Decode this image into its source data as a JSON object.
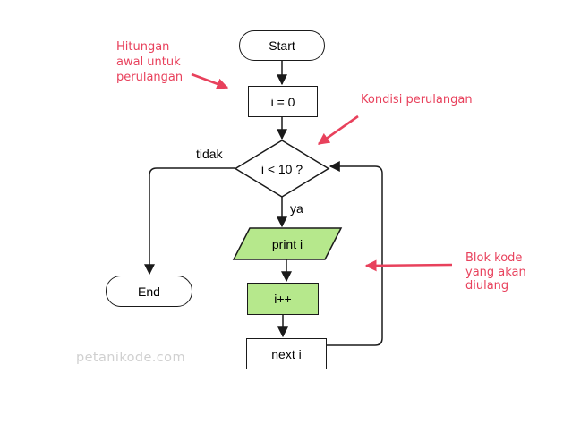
{
  "colors": {
    "line": "#1a1a1a",
    "node_fill": "#ffffff",
    "highlight_fill": "#b6e88c",
    "annotation": "#e8415c",
    "watermark": "#d0d0d0"
  },
  "nodes": {
    "start": {
      "label": "Start",
      "type": "terminator"
    },
    "init": {
      "label": "i = 0",
      "type": "process"
    },
    "condition": {
      "label": "i < 10 ?",
      "type": "decision"
    },
    "print": {
      "label": "print i",
      "type": "input-output"
    },
    "increment": {
      "label": "i++",
      "type": "process"
    },
    "next": {
      "label": "next i",
      "type": "process"
    },
    "end": {
      "label": "End",
      "type": "terminator"
    }
  },
  "branch_labels": {
    "yes": "ya",
    "no": "tidak"
  },
  "annotations": {
    "init_note": {
      "lines": [
        "Hitungan",
        "awal untuk",
        "perulangan"
      ]
    },
    "condition_note": {
      "text": "Kondisi perulangan"
    },
    "loop_note": {
      "lines": [
        "Blok kode",
        "yang akan",
        "diulang"
      ]
    }
  },
  "watermark": "petanikode.com"
}
